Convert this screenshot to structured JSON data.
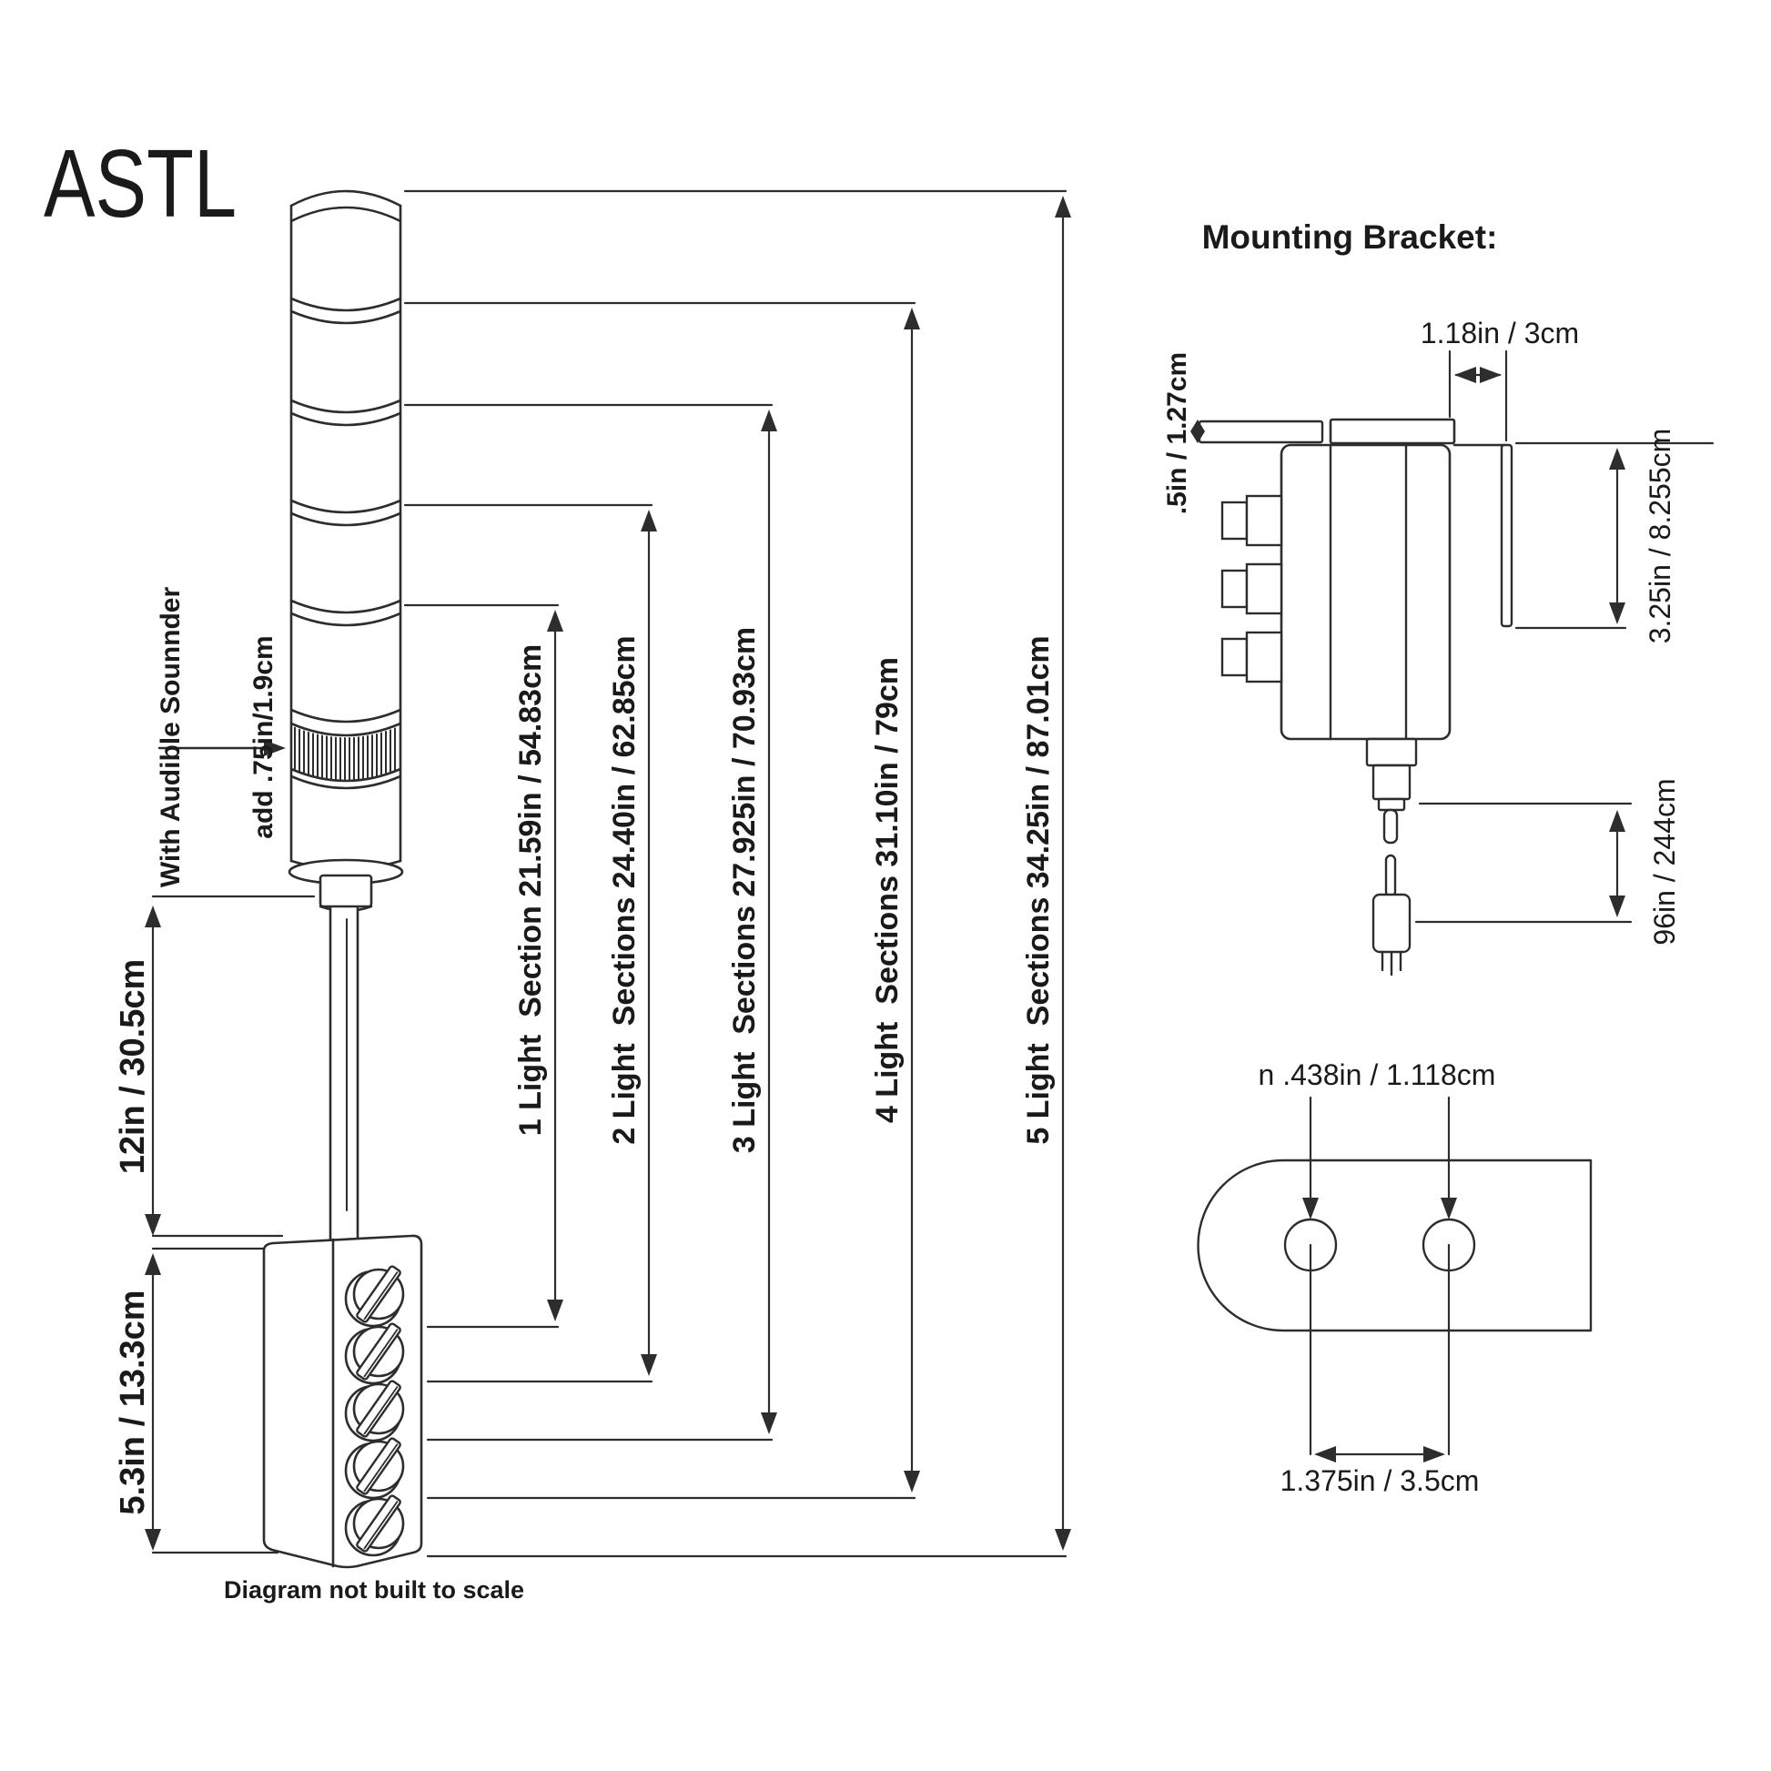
{
  "page": {
    "title": "ASTL",
    "footnote": "Diagram not built to scale"
  },
  "tower": {
    "sounder_note_line1": "With Audible Sounnder",
    "sounder_note_line2": "add .75in/1.9cm",
    "pole_dim": "12in / 30.5cm",
    "base_dim": "5.3in / 13.3cm",
    "section_dims": [
      "1 Light  Section 21.59in / 54.83cm",
      "2 Light  Sections 24.40in / 62.85cm",
      "3 Light  Sections 27.925in / 70.93cm",
      "4 Light  Sections 31.10in / 79cm",
      "5 Light  Sections 34.25in / 87.01cm"
    ]
  },
  "bracket": {
    "title": "Mounting Bracket:",
    "plate_thickness": ".5in / 1.27cm",
    "plate_offset": "1.18in / 3cm",
    "flange_height": "3.25in / 8.255cm",
    "cable_length": "96in / 244cm",
    "hole_diameter": "n .438in / 1.118cm",
    "hole_spacing": "1.375in / 3.5cm"
  }
}
